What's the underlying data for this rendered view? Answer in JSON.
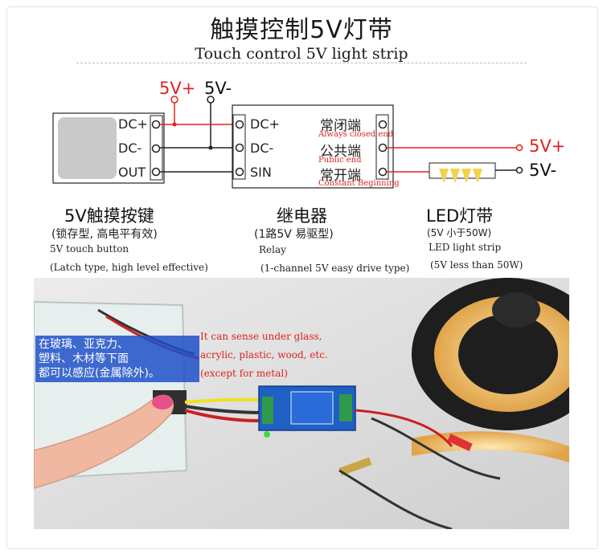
{
  "header": {
    "title": "触摸控制5V灯带",
    "subtitle": "Touch control 5V light strip"
  },
  "diagram": {
    "supply": {
      "positive": "5V+",
      "negative": "5V-"
    },
    "button_pins": [
      "DC+",
      "DC-",
      "OUT"
    ],
    "relay_pins": [
      "DC+",
      "DC-",
      "SIN"
    ],
    "relay_contacts": [
      {
        "cn": "常闭端",
        "en": "Always closed end"
      },
      {
        "cn": "公共端",
        "en": "Public end"
      },
      {
        "cn": "常开端",
        "en": "Constant Beginning"
      }
    ],
    "output": {
      "positive": "5V+",
      "negative": "5V-"
    },
    "colors": {
      "positive_wire": "#e02020",
      "negative_wire": "#222222",
      "text_red": "#e02020"
    }
  },
  "modules": {
    "button": {
      "name": "5V触摸按键",
      "note_cn": "(锁存型, 高电平有效)",
      "name_en": "5V touch button",
      "note_en": "(Latch type, high level effective)"
    },
    "relay": {
      "name": "继电器",
      "note_cn": "(1路5V 易驱型)",
      "name_en": "Relay",
      "note_en": "(1-channel 5V easy drive type)"
    },
    "strip": {
      "name": "LED灯带",
      "note_cn": "(5V 小于50W)",
      "name_en": "LED light strip",
      "note_en": "(5V less than 50W)"
    }
  },
  "photo": {
    "glass_note_line1": "在玻璃、亚克力、",
    "glass_note_line2": "塑料、木材等下面",
    "glass_note_line3": "都可以感应(金属除外)。",
    "sense_line1": "It can sense under glass,",
    "sense_line2": "acrylic, plastic, wood, etc.",
    "sense_line3": "(except for metal)"
  }
}
